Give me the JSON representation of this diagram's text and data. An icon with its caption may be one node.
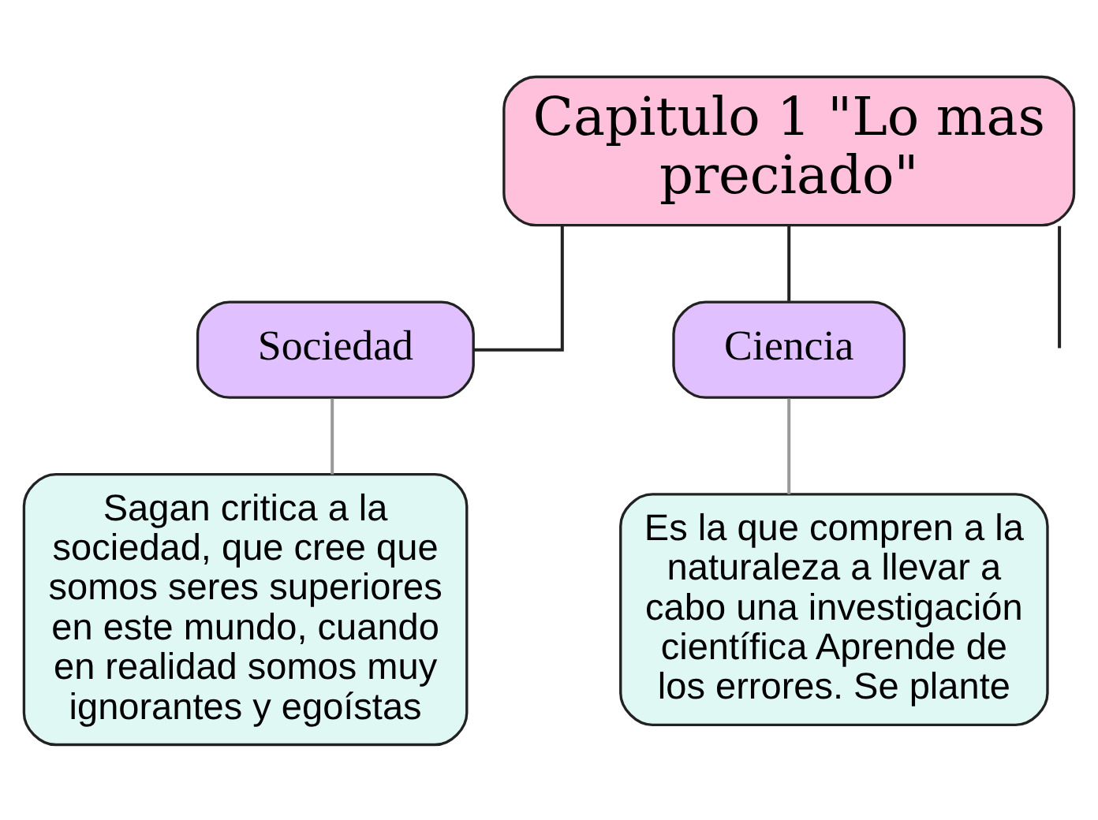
{
  "diagram": {
    "nodes": [
      {
        "text": [
          "Capitulo 1 \"Lo mas preciado\""
        ]
      },
      {
        "text": [
          "Sociedad"
        ]
      },
      {
        "text": [
          "Ciencia"
        ]
      },
      {
        "text": [
          "Sagan critica a la sociedad, que cree que somos seres superiores en este mundo, cuando en realidad somos muy ignorantes y egoístas"
        ]
      },
      {
        "text": [
          "Es la que compren a la naturaleza a llevar a cabo una investigación científica Aprende de los errores. Se plante"
        ]
      }
    ],
    "edges": [
      {
        "from": 0,
        "to": null,
        "arrow": "none"
      },
      {
        "from": 0,
        "to": 1,
        "arrow": "none"
      },
      {
        "from": 0,
        "to": 2,
        "arrow": "none"
      },
      {
        "from": 1,
        "to": 3,
        "arrow": "none",
        "color": "#999999"
      },
      {
        "from": 2,
        "to": 4,
        "arrow": "none",
        "color": "#999999"
      }
    ]
  }
}
